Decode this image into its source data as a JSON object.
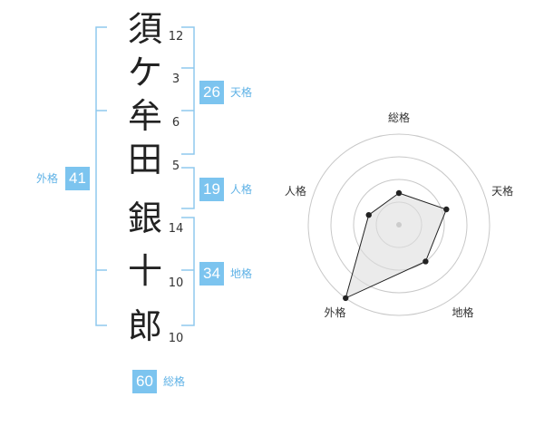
{
  "name": {
    "characters": [
      {
        "char": "須",
        "strokes": "12"
      },
      {
        "char": "ケ",
        "strokes": "3"
      },
      {
        "char": "牟",
        "strokes": "6"
      },
      {
        "char": "田",
        "strokes": "5"
      },
      {
        "char": "銀",
        "strokes": "14"
      },
      {
        "char": "十",
        "strokes": "10"
      },
      {
        "char": "郎",
        "strokes": "10"
      }
    ]
  },
  "fortune": {
    "tenkaku": {
      "value": "26",
      "label": "天格"
    },
    "jinkaku": {
      "value": "19",
      "label": "人格"
    },
    "chikaku": {
      "value": "34",
      "label": "地格"
    },
    "gaikaku": {
      "value": "41",
      "label": "外格"
    },
    "soukaku": {
      "value": "60",
      "label": "総格"
    }
  },
  "colors": {
    "accent": "#7cc4ef",
    "bracket": "#8fc9ee",
    "label": "#5fb2e6",
    "radar_ring": "#c8c8c8",
    "radar_fill": "#dddddd",
    "radar_line": "#222222"
  },
  "chart_data": {
    "type": "radar",
    "axes": [
      "総格",
      "天格",
      "地格",
      "外格",
      "人格"
    ],
    "values": [
      0.35,
      0.55,
      0.5,
      1.0,
      0.35
    ],
    "rings": 4
  }
}
